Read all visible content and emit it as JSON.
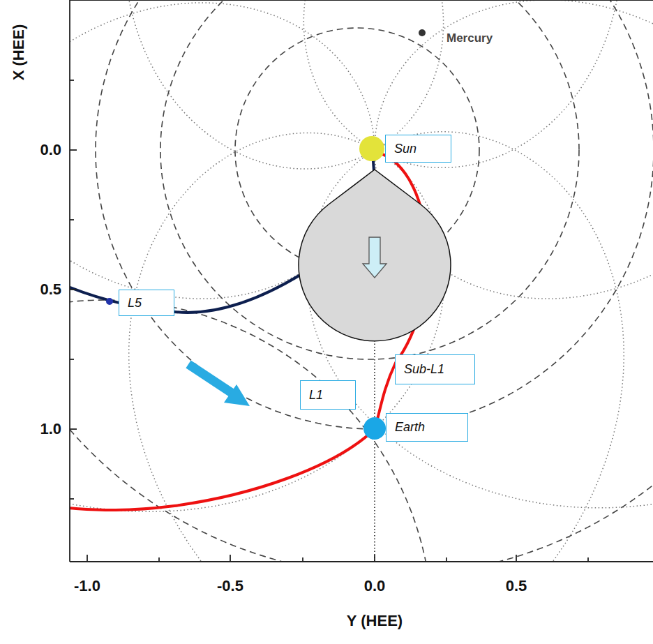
{
  "diagram": {
    "nodes": [
      {
        "text": [
          "Sun"
        ]
      },
      {
        "text": [
          "L5"
        ]
      },
      {
        "text": [
          "Sub-L1"
        ]
      },
      {
        "text": [
          "L1"
        ]
      },
      {
        "text": [
          "Earth"
        ]
      }
    ],
    "labels": [
      "Mercury",
      "X (HEE)",
      "0.0",
      "0.5",
      "1.0",
      "-1.0",
      "-0.5",
      "0.0",
      "0.5",
      "Y (HEE)"
    ]
  }
}
